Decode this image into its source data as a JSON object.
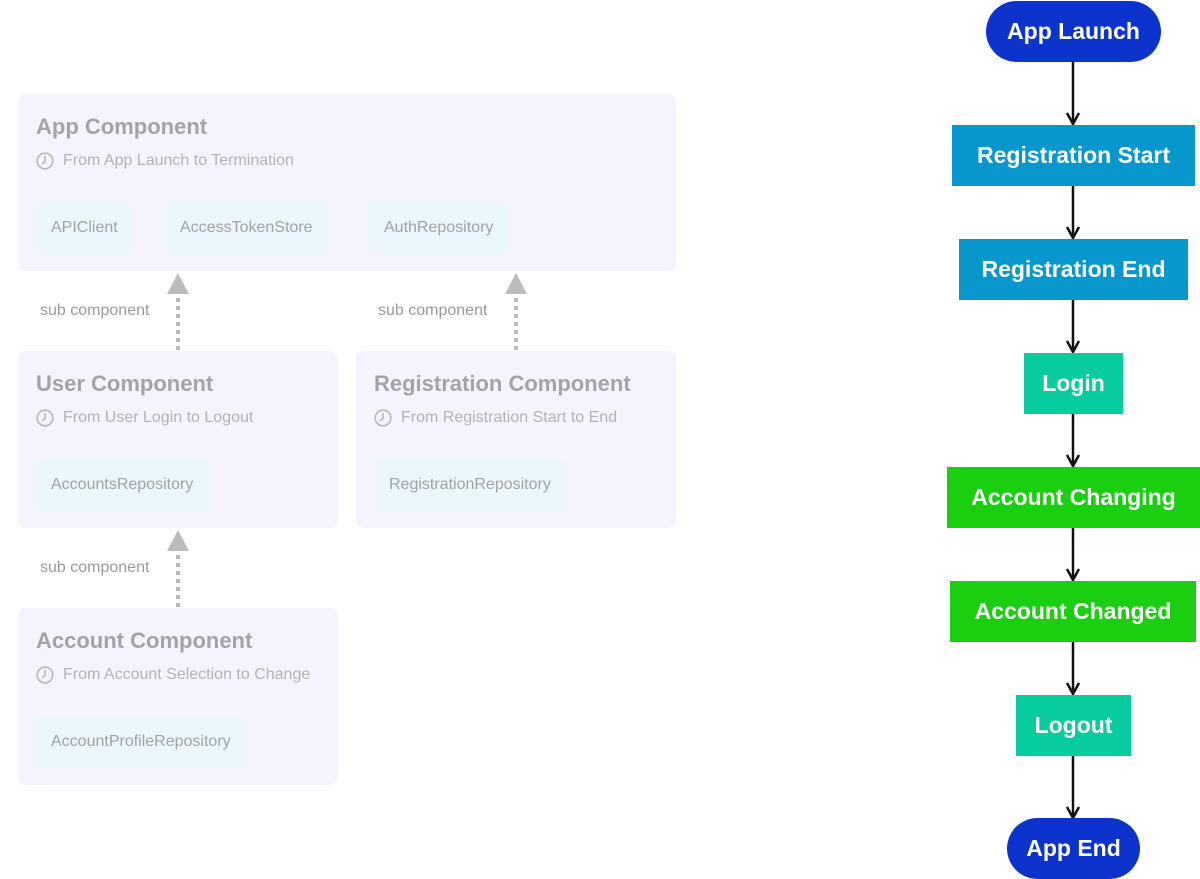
{
  "components": {
    "app": {
      "title": "App Component",
      "lifetime": "From App Launch to Termination",
      "chips": [
        "APIClient",
        "AccessTokenStore",
        "AuthRepository"
      ]
    },
    "user": {
      "title": "User Component",
      "lifetime": "From User Login to Logout",
      "chips": [
        "AccountsRepository"
      ]
    },
    "registration": {
      "title": "Registration Component",
      "lifetime": "From Registration Start to End",
      "chips": [
        "RegistrationRepository"
      ]
    },
    "account": {
      "title": "Account Component",
      "lifetime": "From Account Selection to Change",
      "chips": [
        "AccountProfileRepository"
      ]
    }
  },
  "edges": {
    "user_to_app": "sub component",
    "registration_to_app": "sub component",
    "account_to_user": "sub component"
  },
  "flow": {
    "nodes": [
      {
        "label": "App Launch",
        "color": "#0c33cc"
      },
      {
        "label": "Registration Start",
        "color": "#0797cc"
      },
      {
        "label": "Registration End",
        "color": "#0797cc"
      },
      {
        "label": "Login",
        "color": "#06cc9e"
      },
      {
        "label": "Account Changing",
        "color": "#1acf10"
      },
      {
        "label": "Account Changed",
        "color": "#1acf10"
      },
      {
        "label": "Logout",
        "color": "#06cc9e"
      },
      {
        "label": "App End",
        "color": "#0c33cc"
      }
    ]
  },
  "colors": {
    "card_bg": "#f5f3fd",
    "chip_bg": "#ebf6fd",
    "arrow_gray": "#bcbcbc",
    "flow_arrow": "#111111"
  },
  "icons": {
    "lifetime": "clock-icon"
  }
}
